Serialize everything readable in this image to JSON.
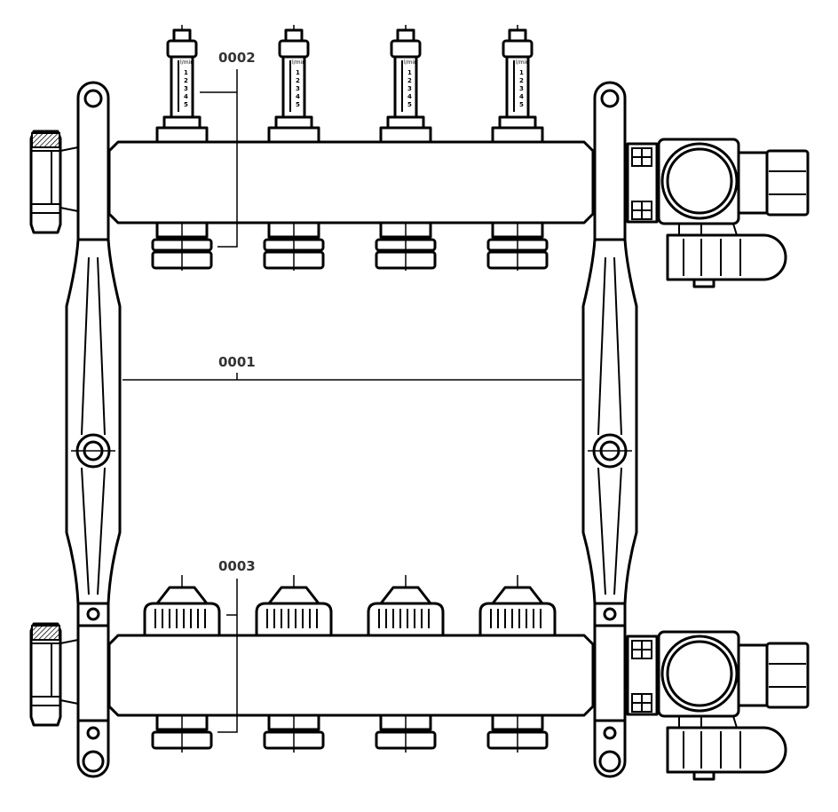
{
  "callouts": {
    "manifold": "0001",
    "flow_meters": "0002",
    "valves": "0003"
  },
  "flow_meter_scale": {
    "unit": "l/min",
    "marks": [
      "1",
      "2",
      "3",
      "4",
      "5"
    ]
  },
  "circuits": 4,
  "colors": {
    "line": "#000000",
    "label": "#333333",
    "background": "#ffffff"
  }
}
